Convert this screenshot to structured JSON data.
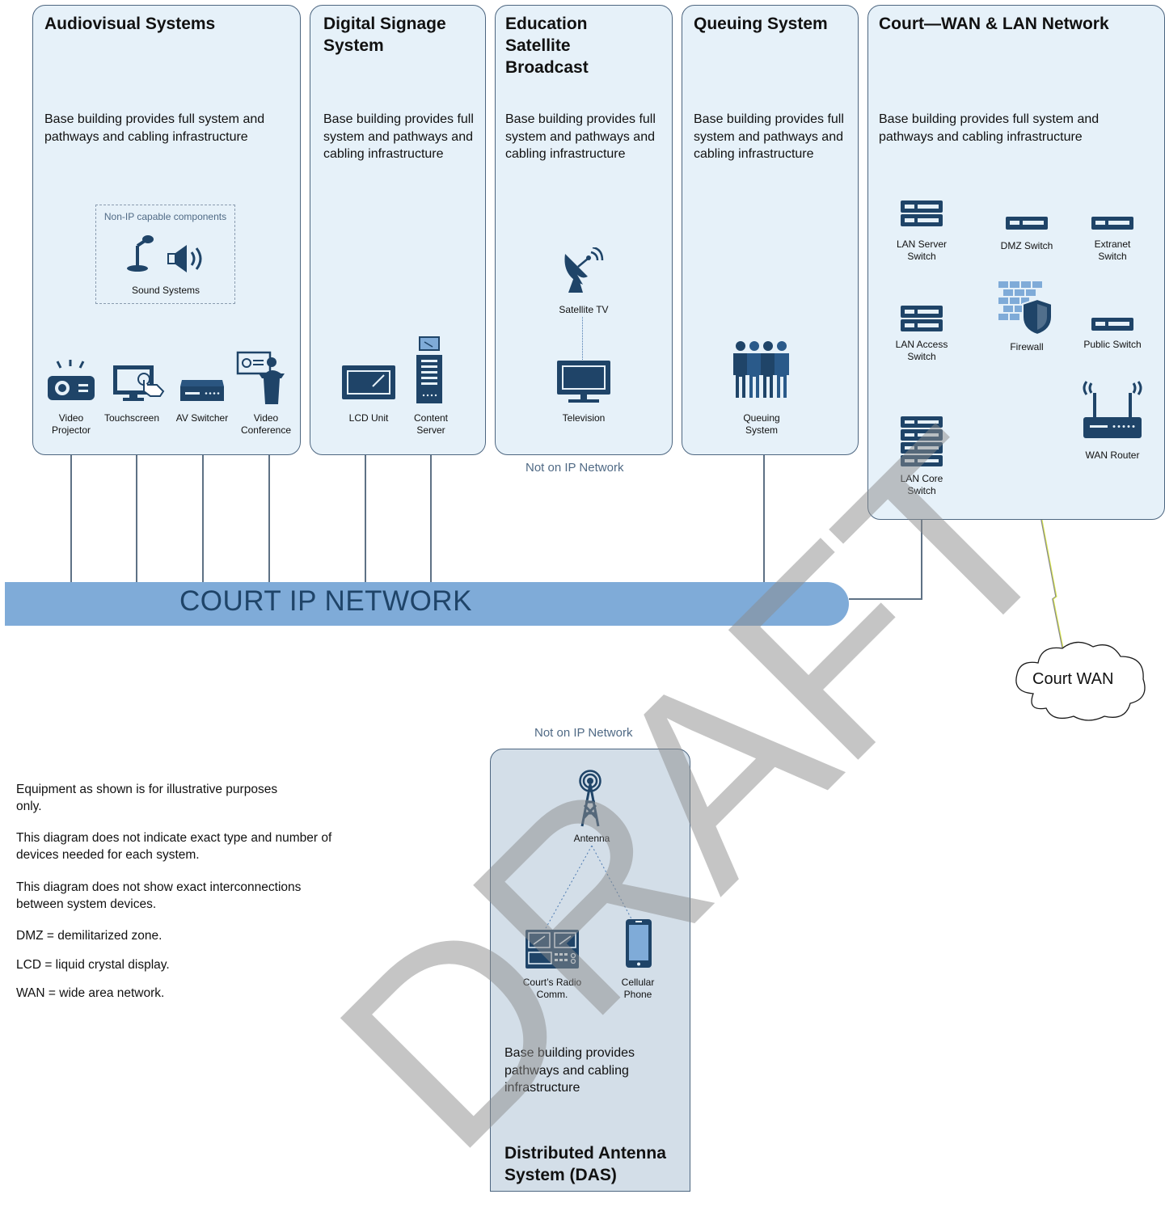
{
  "panels": {
    "av": {
      "title": "Audiovisual Systems",
      "desc": "Base building provides full system and pathways and cabling infrastructure"
    },
    "signage": {
      "title": "Digital Signage System",
      "desc": "Base building provides full system and pathways and cabling infrastructure"
    },
    "edu": {
      "title": "Education Satellite Broadcast",
      "desc": "Base building provides full system and pathways and cabling infrastructure"
    },
    "queue": {
      "title": "Queuing System",
      "desc": "Base building provides full system and pathways and cabling infrastructure"
    },
    "wan": {
      "title": "Court—WAN & LAN Network",
      "desc": "Base building provides full system and pathways and cabling infrastructure"
    },
    "das": {
      "title": "Distributed Antenna System (DAS)",
      "desc": "Base building provides pathways and cabling infrastructure"
    }
  },
  "av": {
    "non_ip_box_label": "Non-IP capable components",
    "sound_label": "Sound Systems",
    "devices": {
      "projector": "Video Projector",
      "touchscreen": "Touchscreen",
      "switcher": "AV Switcher",
      "conference": "Video Conference"
    }
  },
  "signage": {
    "lcd": "LCD Unit",
    "server": "Content Server"
  },
  "edu": {
    "satellite": "Satellite TV",
    "television": "Television",
    "note": "Not on IP Network"
  },
  "queue": {
    "device": "Queuing System"
  },
  "wan": {
    "lan_server_switch": "LAN Server Switch",
    "dmz_switch": "DMZ Switch",
    "extranet_switch": "Extranet Switch",
    "lan_access_switch": "LAN Access Switch",
    "firewall": "Firewall",
    "public_switch": "Public Switch",
    "wan_router": "WAN Router",
    "lan_core_switch": "LAN Core Switch"
  },
  "network": {
    "label": "COURT IP NETWORK",
    "court_wan": "Court WAN"
  },
  "das": {
    "note": "Not on IP Network",
    "antenna": "Antenna",
    "radio": "Court’s Radio Comm.",
    "phone": "Cellular Phone"
  },
  "notes": [
    "Equipment as shown is for illustrative purposes only.",
    "This diagram does not indicate exact type and number of devices needed for each system.",
    "This diagram does not show exact interconnections between system devices.",
    "DMZ = demilitarized zone.",
    "LCD = liquid crystal display.",
    "WAN = wide area network."
  ],
  "watermark": "DRAFT",
  "colors": {
    "panel_fill": "#e6f1f9",
    "panel_border": "#4d6680",
    "icon": "#1f4468",
    "network_bar": "#7fabd8",
    "das_fill": "#d3dee8"
  }
}
